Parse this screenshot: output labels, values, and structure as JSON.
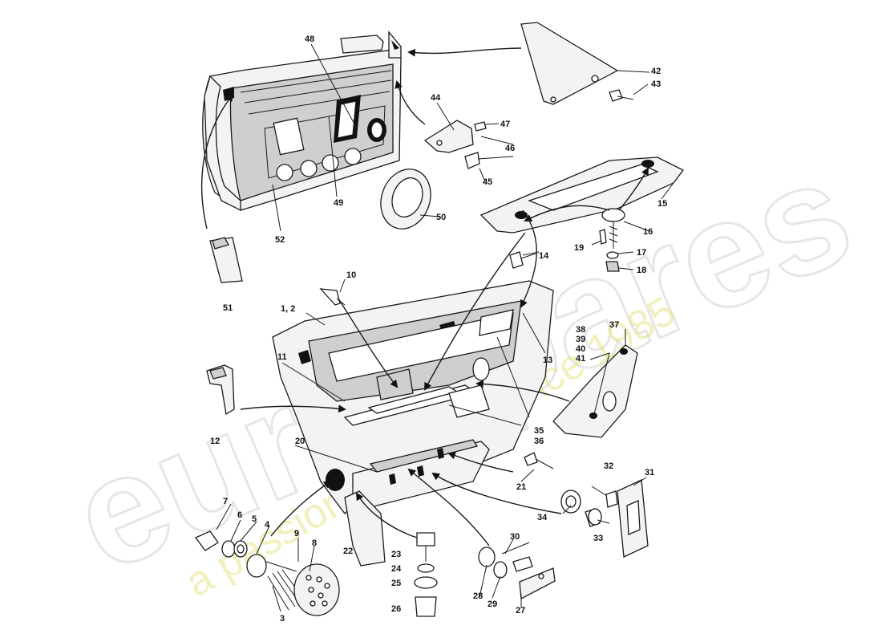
{
  "watermark": {
    "brand": "eurospares",
    "tagline": "a passion for parts since 1985"
  },
  "callouts": [
    {
      "id": "c48",
      "text": "48"
    },
    {
      "id": "c42",
      "text": "42"
    },
    {
      "id": "c43",
      "text": "43"
    },
    {
      "id": "c44",
      "text": "44"
    },
    {
      "id": "c47",
      "text": "47"
    },
    {
      "id": "c46",
      "text": "46"
    },
    {
      "id": "c45",
      "text": "45"
    },
    {
      "id": "c49",
      "text": "49"
    },
    {
      "id": "c50",
      "text": "50"
    },
    {
      "id": "c52",
      "text": "52"
    },
    {
      "id": "c51",
      "text": "51"
    },
    {
      "id": "c15",
      "text": "15"
    },
    {
      "id": "c16",
      "text": "16"
    },
    {
      "id": "c19",
      "text": "19"
    },
    {
      "id": "c17",
      "text": "17"
    },
    {
      "id": "c18",
      "text": "18"
    },
    {
      "id": "c14",
      "text": "14"
    },
    {
      "id": "c10",
      "text": "10"
    },
    {
      "id": "c12a",
      "text": "1, 2"
    },
    {
      "id": "c13",
      "text": "13"
    },
    {
      "id": "c38",
      "text": "38"
    },
    {
      "id": "c39",
      "text": "39"
    },
    {
      "id": "c40",
      "text": "40"
    },
    {
      "id": "c41",
      "text": "41"
    },
    {
      "id": "c37",
      "text": "37"
    },
    {
      "id": "c11",
      "text": "11"
    },
    {
      "id": "c12",
      "text": "12"
    },
    {
      "id": "c35",
      "text": "35"
    },
    {
      "id": "c36",
      "text": "36"
    },
    {
      "id": "c20",
      "text": "20"
    },
    {
      "id": "c21",
      "text": "21"
    },
    {
      "id": "c32",
      "text": "32"
    },
    {
      "id": "c31",
      "text": "31"
    },
    {
      "id": "c34",
      "text": "34"
    },
    {
      "id": "c33",
      "text": "33"
    },
    {
      "id": "c7",
      "text": "7"
    },
    {
      "id": "c6",
      "text": "6"
    },
    {
      "id": "c5",
      "text": "5"
    },
    {
      "id": "c4",
      "text": "4"
    },
    {
      "id": "c9",
      "text": "9"
    },
    {
      "id": "c8",
      "text": "8"
    },
    {
      "id": "c22",
      "text": "22"
    },
    {
      "id": "c23",
      "text": "23"
    },
    {
      "id": "c24",
      "text": "24"
    },
    {
      "id": "c25",
      "text": "25"
    },
    {
      "id": "c26",
      "text": "26"
    },
    {
      "id": "c30",
      "text": "30"
    },
    {
      "id": "c28",
      "text": "28"
    },
    {
      "id": "c29",
      "text": "29"
    },
    {
      "id": "c27",
      "text": "27"
    },
    {
      "id": "c3",
      "text": "3"
    }
  ]
}
